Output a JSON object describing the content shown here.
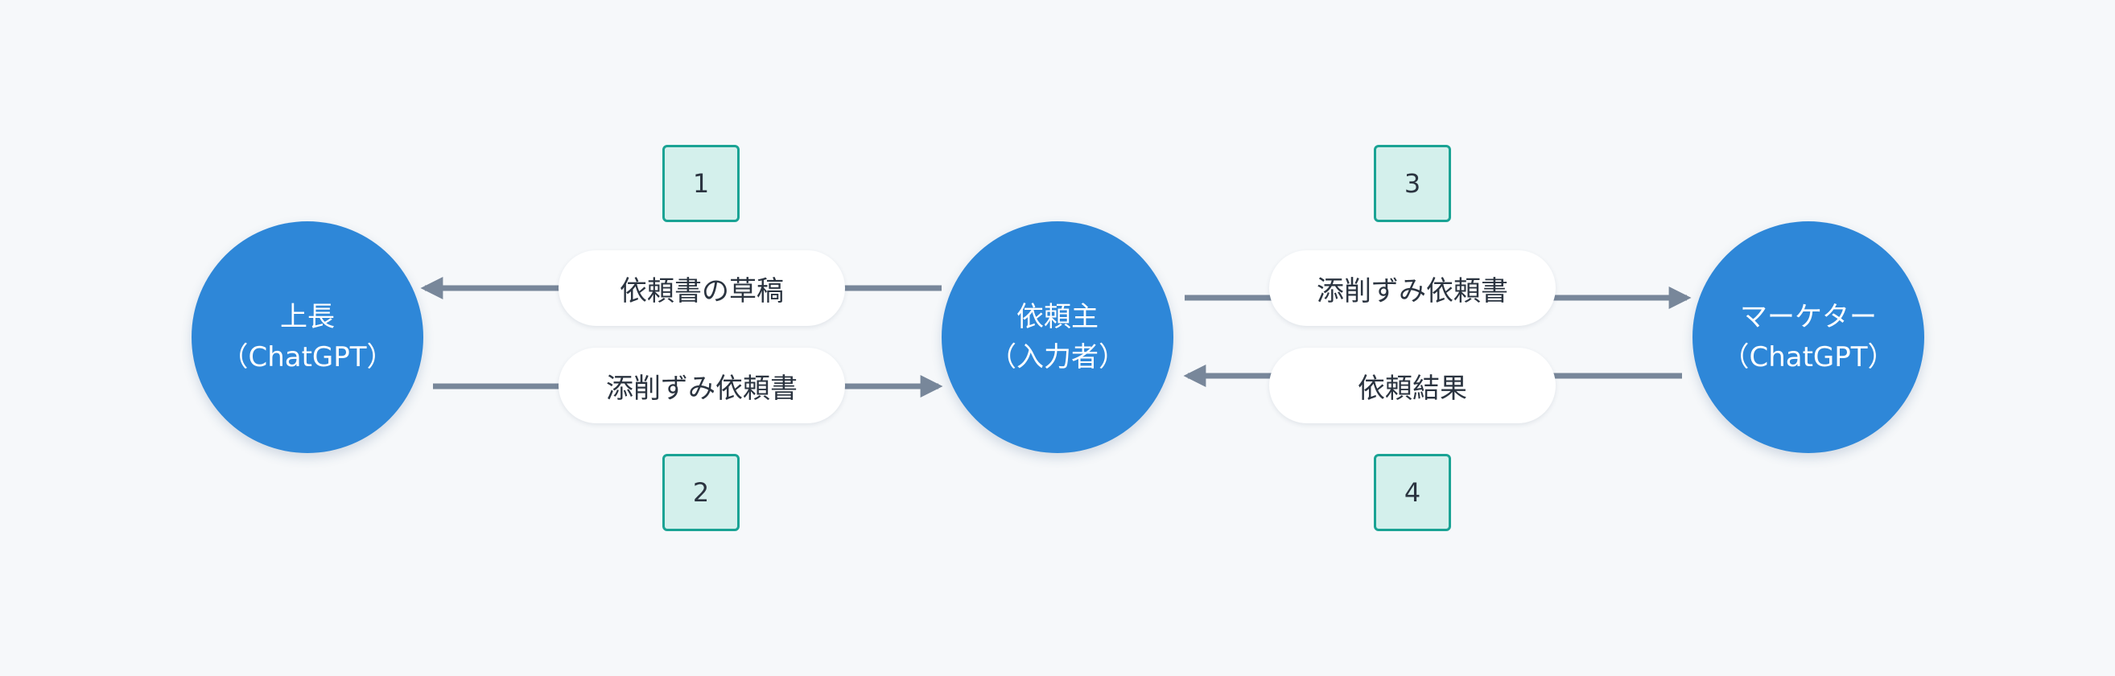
{
  "colors": {
    "background": "#f6f8fa",
    "node_fill": "#2e87d8",
    "node_text": "#ffffff",
    "pill_fill": "#ffffff",
    "arrow": "#78879a",
    "badge_border": "#1aa394",
    "badge_fill": "#d4f0ec",
    "text": "#2b3440"
  },
  "nodes": {
    "boss": {
      "line1": "上長",
      "line2": "（ChatGPT）"
    },
    "requester": {
      "line1": "依頼主",
      "line2": "（入力者）"
    },
    "marketer": {
      "line1": "マーケター",
      "line2": "（ChatGPT）"
    }
  },
  "flows": {
    "draft": {
      "label": "依頼書の草稿",
      "step": "1"
    },
    "corrected_to_requester": {
      "label": "添削ずみ依頼書",
      "step": "2"
    },
    "corrected_to_marketer": {
      "label": "添削ずみ依頼書",
      "step": "3"
    },
    "result": {
      "label": "依頼結果",
      "step": "4"
    }
  }
}
